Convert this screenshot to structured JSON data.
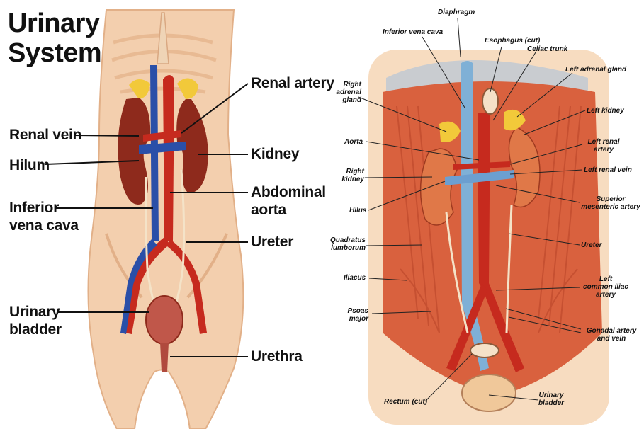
{
  "title": {
    "line1": "Urinary",
    "line2": "System"
  },
  "left_labels": {
    "renal_artery": "Renal artery",
    "renal_vein": "Renal vein",
    "hilum": "Hilum",
    "kidney": "Kidney",
    "inferior_vena_cava_1": "Inferior",
    "inferior_vena_cava_2": "vena cava",
    "abdominal_aorta_1": "Abdominal",
    "abdominal_aorta_2": "aorta",
    "ureter": "Ureter",
    "urinary_bladder_1": "Urinary",
    "urinary_bladder_2": "bladder",
    "urethra": "Urethra"
  },
  "right_labels": {
    "diaphragm": "Diaphragm",
    "inferior_vena_cava": "Inferior vena cava",
    "esophagus": "Esophagus (cut)",
    "celiac_trunk": "Celiac trunk",
    "left_adrenal_gland": "Left adrenal gland",
    "right_adrenal_1": "Right",
    "right_adrenal_2": "adrenal",
    "right_adrenal_3": "gland",
    "left_kidney": "Left kidney",
    "aorta": "Aorta",
    "left_renal_artery_1": "Left renal",
    "left_renal_artery_2": "artery",
    "left_renal_vein": "Left renal vein",
    "right_kidney_1": "Right",
    "right_kidney_2": "kidney",
    "superior_mesenteric_1": "Superior",
    "superior_mesenteric_2": "mesenteric artery",
    "hilus": "Hilus",
    "quadratus_1": "Quadratus",
    "quadratus_2": "lumborum",
    "ureter": "Ureter",
    "left_common_iliac_1": "Left",
    "left_common_iliac_2": "common iliac",
    "left_common_iliac_3": "artery",
    "iliacus": "Iliacus",
    "psoas_1": "Psoas",
    "psoas_2": "major",
    "gonadal_1": "Gonadal artery",
    "gonadal_2": "and vein",
    "rectum": "Rectum (cut)",
    "urinary_bladder_1": "Urinary",
    "urinary_bladder_2": "bladder"
  },
  "colors": {
    "skin": "#f3cfae",
    "skin_shadow": "#e2b088",
    "kidney": "#8e2a1c",
    "artery": "#c62a1e",
    "vein": "#2a4fa8",
    "adrenal": "#f2c93a",
    "muscle": "#d9613e",
    "vena_cava_light": "#7fb0d6"
  }
}
